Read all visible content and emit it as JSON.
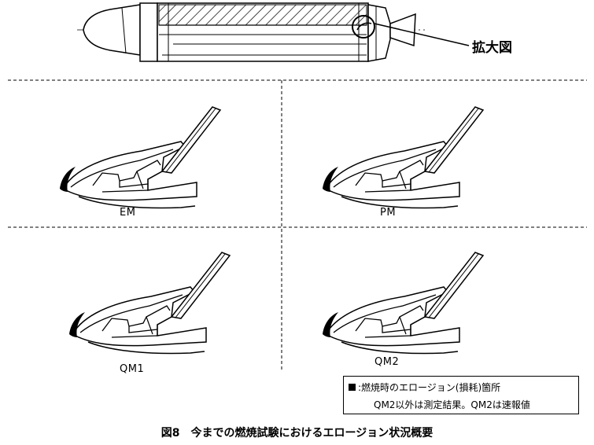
{
  "magnify_label": "拡大図",
  "panels": [
    {
      "id": "em",
      "label": "EM"
    },
    {
      "id": "pm",
      "label": "PM"
    },
    {
      "id": "qm1",
      "label": "QM1"
    },
    {
      "id": "qm2",
      "label": "QM2"
    }
  ],
  "legend": {
    "line1": ":燃焼時のエロージョン(損耗)箇所",
    "line2": "QM2以外は測定結果。QM2は速報値"
  },
  "caption": "図8　今までの燃焼試験におけるエロージョン状況概要"
}
